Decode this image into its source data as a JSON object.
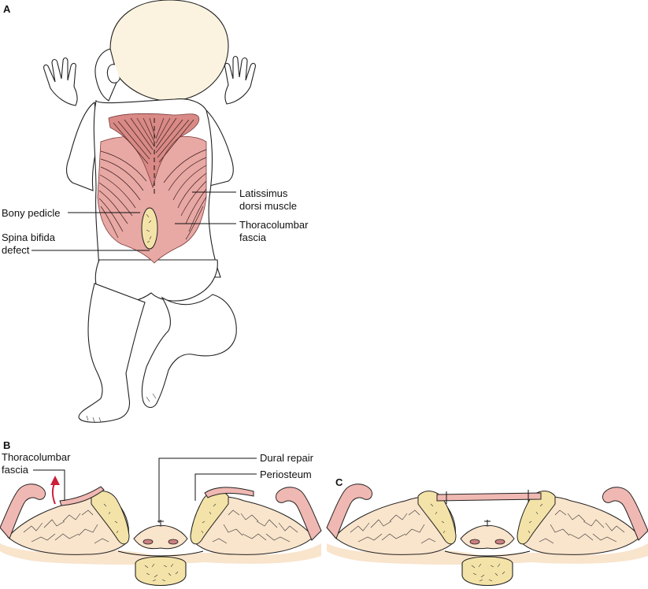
{
  "panels": {
    "a": "A",
    "b": "B",
    "c": "C"
  },
  "labels_a": {
    "latissimus_1": "Latissimus",
    "latissimus_2": "dorsi muscle",
    "bony_pedicle": "Bony pedicle",
    "spina_bifida_1": "Spina bifida",
    "spina_bifida_2": "defect",
    "thoracolumbar_1": "Thoracolumbar",
    "thoracolumbar_2": "fascia"
  },
  "labels_b": {
    "thoracolumbar_1": "Thoracolumbar",
    "thoracolumbar_2": "fascia",
    "dural_repair": "Dural repair",
    "periosteum": "Periosteum"
  },
  "colors": {
    "muscle": "#e8a8a4",
    "muscle_dark": "#d98a86",
    "head": "#fbf3df",
    "tissue": "#f9e4cc",
    "bone": "#f4e3a8",
    "arrow": "#cc1f3a"
  }
}
